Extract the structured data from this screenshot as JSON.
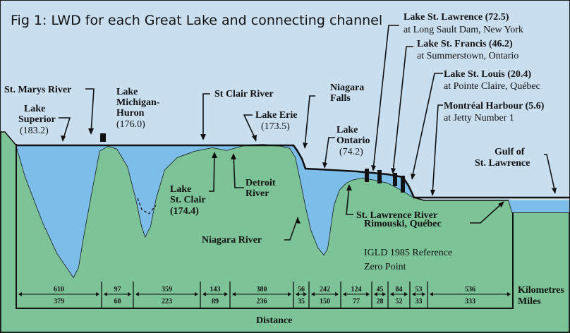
{
  "figure": {
    "title": "Fig 1: LWD for each Great Lake and connecting channel",
    "x_axis_label": "Distance",
    "unit_top": "Kilometres",
    "unit_bottom": "Miles"
  },
  "labels": {
    "st_marys": "St. Marys River",
    "superior_1": "Lake",
    "superior_2": "Superior",
    "superior_val": "(183.2)",
    "mh_1": "Lake",
    "mh_2": "Michigan-",
    "mh_3": "Huron",
    "mh_val": "(176.0)",
    "st_clair_river": "St Clair River",
    "erie": "Lake Erie",
    "erie_val": "(173.5)",
    "niagara_falls_1": "Niagara",
    "niagara_falls_2": "Falls",
    "ontario_1": "Lake",
    "ontario_2": "Ontario",
    "ontario_val": "(74.2)",
    "lawrence_name": "Lake St. Lawrence (72.5)",
    "lawrence_loc": "at Long Sault Dam, New York",
    "francis_name": "Lake St. Francis (46.2)",
    "francis_loc": "at Summerstown, Ontario",
    "louis_name": "Lake St. Louis (20.4)",
    "louis_loc": "at Pointe Claire, Québec",
    "montreal_name": "Montréal Harbour (5.6)",
    "montreal_loc": "at Jetty Number 1",
    "gulf_1": "Gulf of",
    "gulf_2": "St. Lawrence",
    "stclair_1": "Lake",
    "stclair_2": "St. Clair",
    "stclair_val": "(174.4)",
    "detroit_1": "Detroit",
    "detroit_2": "River",
    "niagara_river": "Niagara River",
    "st_lawrence_river": "St. Lawrence River",
    "rimouski": "Rimouski, Québec",
    "igld_1": "IGLD 1985 Reference",
    "igld_2": "Zero Point"
  },
  "segments": [
    {
      "km": "610",
      "mi": "379"
    },
    {
      "km": "97",
      "mi": "60"
    },
    {
      "km": "359",
      "mi": "223"
    },
    {
      "km": "143",
      "mi": "89"
    },
    {
      "km": "380",
      "mi": "236"
    },
    {
      "km": "56",
      "mi": "35"
    },
    {
      "km": "242",
      "mi": "150"
    },
    {
      "km": "124",
      "mi": "77"
    },
    {
      "km": "45",
      "mi": "28"
    },
    {
      "km": "84",
      "mi": "52"
    },
    {
      "km": "53",
      "mi": "33"
    },
    {
      "km": "536",
      "mi": "333"
    }
  ],
  "colors": {
    "sky": "#c9dff0",
    "land": "#7cc497",
    "water": "#7cbdea",
    "line": "#111111"
  }
}
